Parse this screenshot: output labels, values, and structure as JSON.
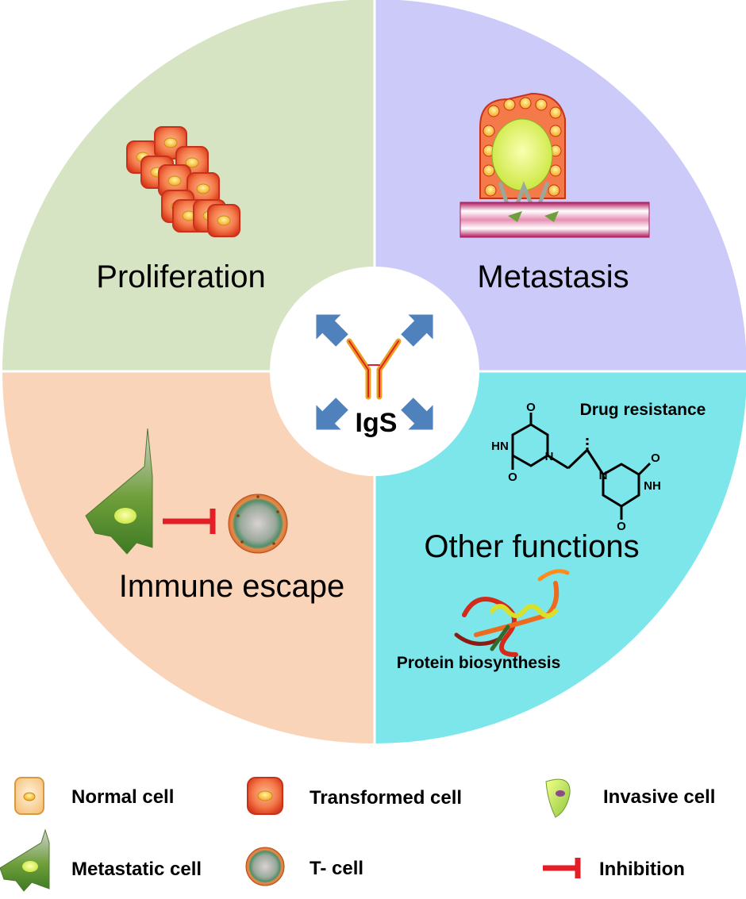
{
  "center": {
    "label": "IgS"
  },
  "quadrants": {
    "top_left": {
      "label": "Proliferation",
      "color": "#d6e4c3"
    },
    "top_right": {
      "label": "Metastasis",
      "color": "#cccaf8"
    },
    "bottom_left": {
      "label": "Immune escape",
      "color": "#fad4b8"
    },
    "bottom_right": {
      "label": "Other functions",
      "color": "#7ce6ea",
      "sublabel_top": "Drug resistance",
      "sublabel_bottom": "Protein biosynthesis",
      "atoms": {
        "o1": "O",
        "o2": "O",
        "o3": "O",
        "o4": "O",
        "nh1": "HN",
        "nh2": "NH",
        "n1": "N",
        "n2": "N"
      }
    }
  },
  "arrow_color": "#4f81bd",
  "legend": {
    "normal_cell": "Normal cell",
    "transformed_cell": "Transformed cell",
    "invasive_cell": "Invasive cell",
    "metastatic_cell": "Metastatic cell",
    "t_cell": "T- cell",
    "inhibition": "Inhibition"
  }
}
